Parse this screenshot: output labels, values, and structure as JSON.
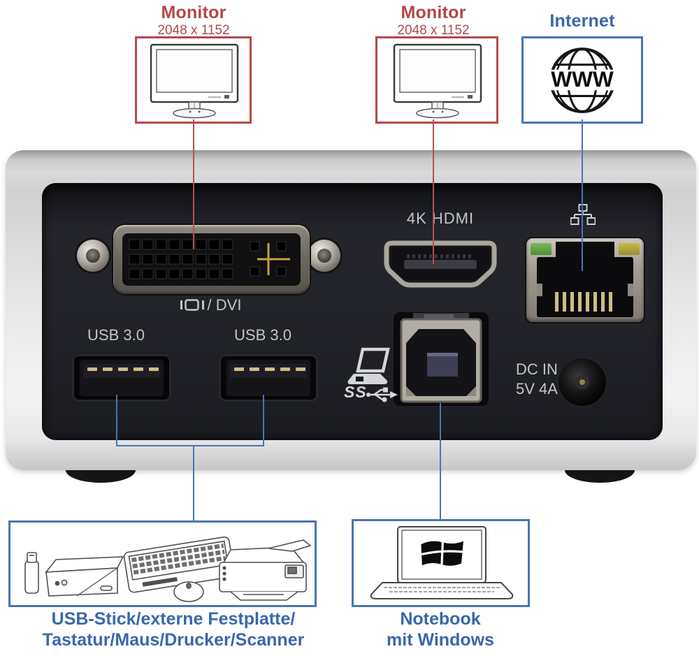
{
  "callouts": {
    "monitor_left": {
      "title": "Monitor",
      "resolution": "2048 x 1152"
    },
    "monitor_center": {
      "title": "Monitor",
      "resolution": "2048 x 1152"
    },
    "internet": {
      "title": "Internet",
      "globe_text": "WWW"
    },
    "peripherals": {
      "line1": "USB-Stick/externe Festplatte/",
      "line2": "Tastatur/Maus/Drucker/Scanner"
    },
    "notebook": {
      "line1": "Notebook",
      "line2": "mit Windows"
    }
  },
  "panel_labels": {
    "dvi": "/ DVI",
    "hdmi": "4K HDMI",
    "usb_left": "USB 3.0",
    "usb_right": "USB 3.0",
    "superspeed": "SS",
    "dc_line1": "DC IN",
    "dc_line2": "5V 4A"
  },
  "icons": {
    "monitor": "monitor-pictogram",
    "globe": "www-globe",
    "ethernet": "lan-symbol",
    "laptop": "notebook-symbol",
    "superspeed_trident": "usb-superspeed-trident",
    "dvi_display_glyph": "display-glyph",
    "windows": "windows-flag"
  },
  "colors": {
    "callout_red": "#b2474b",
    "callout_blue": "#3f6db4",
    "panel_label_gray": "#c3c6c9",
    "led_green": "#63a742",
    "led_yellow": "#b5a93d"
  }
}
